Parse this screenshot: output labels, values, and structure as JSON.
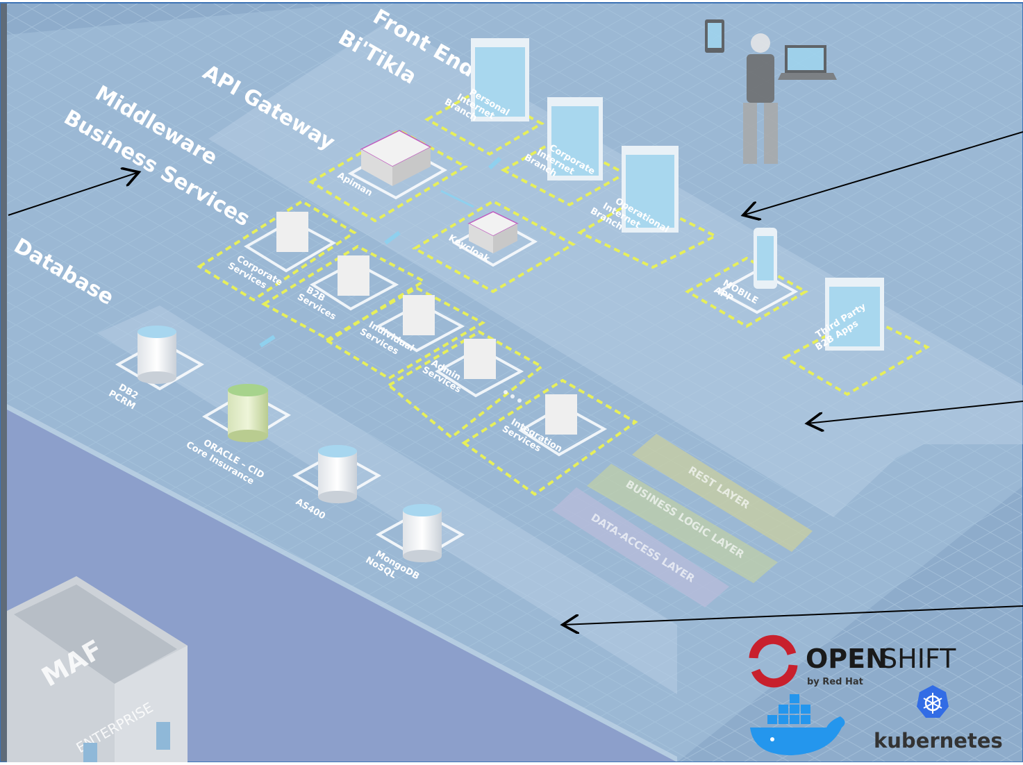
{
  "layers": {
    "front_end": "Front End",
    "bitikla": "Bi'Tikla",
    "api_gateway": "API Gateway",
    "middleware": "Middleware",
    "business_services": "Business Services",
    "database": "Database"
  },
  "frontend_nodes": [
    {
      "line1": "Personal",
      "line2": "Internet",
      "line3": "Branch"
    },
    {
      "line1": "Corporate",
      "line2": "Internet",
      "line3": "Branch"
    },
    {
      "line1": "Operational",
      "line2": "Internet",
      "line3": "Branch"
    }
  ],
  "mobile_app": {
    "line1": "MOBILE",
    "line2": "APP"
  },
  "third_party": {
    "line1": "Third Party",
    "line2": "B2B Apps"
  },
  "gateway_nodes": {
    "apiman": "Apiman",
    "keycloak": "Keycloak"
  },
  "service_nodes": [
    {
      "line1": "Corporate",
      "line2": "Services"
    },
    {
      "line1": "B2B",
      "line2": "Services"
    },
    {
      "line1": "Individual",
      "line2": "Services"
    },
    {
      "line1": "Admin",
      "line2": "Services"
    },
    {
      "line1": "Integration",
      "line2": "Services"
    }
  ],
  "databases": [
    {
      "line1": "DB2",
      "line2": "PCRM"
    },
    {
      "line1": "ORACLE – CID",
      "line2": "Core Insurance"
    },
    {
      "line1": "AS400",
      "line2": ""
    },
    {
      "line1": "MongoDB",
      "line2": "NoSQL"
    }
  ],
  "bands": [
    "REST LAYER",
    "BUSINESS LOGIC LAYER",
    "DATA-ACCESS LAYER"
  ],
  "building": {
    "name": "MAF",
    "sub": "ENTERPRISE"
  },
  "logos": {
    "openshift_a": "OPEN",
    "openshift_b": "SHIFT",
    "redhat": "by Red Hat",
    "kubernetes": "kubernetes"
  },
  "colors": {
    "background": "#8eaccb",
    "platform": "#a6c2dd",
    "dashed_outline": "#e7ef5a",
    "ground": "#8c9fcb",
    "openshift_red": "#c8202d",
    "kubernetes_blue": "#326ce5",
    "docker_blue": "#2496ed"
  }
}
